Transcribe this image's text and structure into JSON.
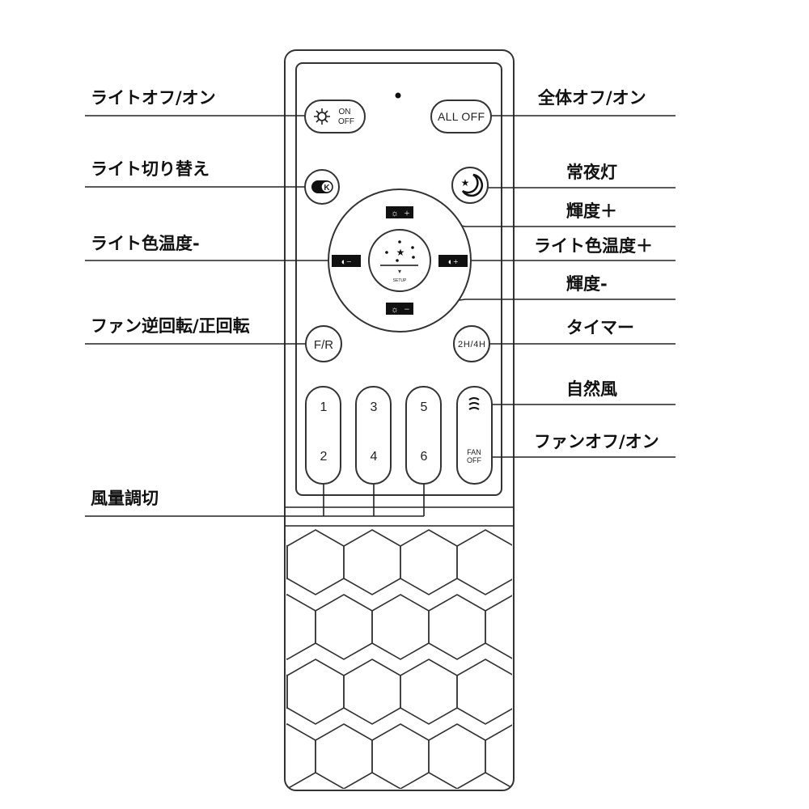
{
  "labels_left": [
    {
      "id": "light-onoff",
      "text": "ライトオフ/オン"
    },
    {
      "id": "light-switch",
      "text": "ライト切り替え"
    },
    {
      "id": "color-temp-down",
      "text": "ライト色温度-"
    },
    {
      "id": "fan-reverse",
      "text": "ファン逆回転/正回転"
    },
    {
      "id": "fan-speed",
      "text": "風量調切"
    }
  ],
  "labels_right": [
    {
      "id": "all-off",
      "text": "全体オフ/オン"
    },
    {
      "id": "night-light",
      "text": "常夜灯"
    },
    {
      "id": "brightness-up",
      "text": "輝度＋"
    },
    {
      "id": "color-temp-up",
      "text": "ライト色温度＋"
    },
    {
      "id": "brightness-down",
      "text": "輝度-"
    },
    {
      "id": "timer",
      "text": "タイマー"
    },
    {
      "id": "natural-wind",
      "text": "自然風"
    },
    {
      "id": "fan-onoff",
      "text": "ファンオフ/オン"
    }
  ],
  "buttons": {
    "light_on": "ON",
    "light_off": "OFF",
    "all_off": "ALL OFF",
    "k": "K",
    "setup": "SETUP",
    "fr": "F/R",
    "timer": "2H/4H",
    "speeds": [
      "1",
      "2",
      "3",
      "4",
      "5",
      "6"
    ],
    "fan": "FAN",
    "fan_off": "OFF"
  }
}
